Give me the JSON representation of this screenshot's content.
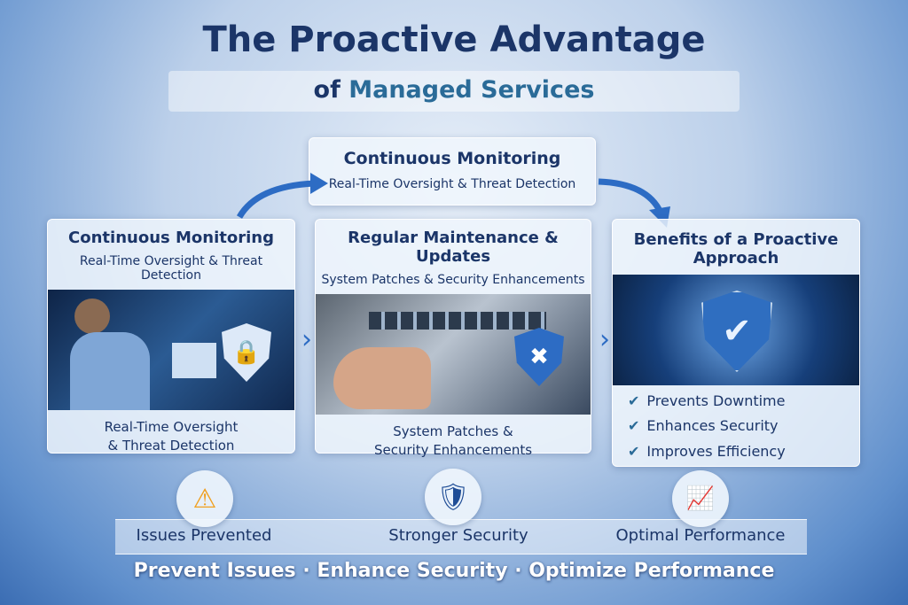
{
  "header": {
    "title": "The Proactive Advantage",
    "subtitle_prefix": "of",
    "subtitle_highlight": "Managed Services"
  },
  "top_box": {
    "title": "Continuous Monitoring",
    "subtitle": "Real-Time Oversight & Threat Detection"
  },
  "cards": [
    {
      "title": "Continuous Monitoring",
      "subtitle": "Real-Time Oversight & Threat Detection",
      "caption_line1": "Real-Time Oversight",
      "caption_line2": "& Threat Detection",
      "image_icon": "lock-shield-icon"
    },
    {
      "title": "Regular Maintenance & Updates",
      "subtitle": "System Patches & Security Enhancements",
      "caption_line1": "System Patches &",
      "caption_line2": "Security Enhancements",
      "image_icon": "tools-shield-icon"
    },
    {
      "title_line1": "Benefits of a Proactive",
      "title_line2": "Approach",
      "image_icon": "check-shield-icon",
      "items": [
        "Prevents Downtime",
        "Enhances Security",
        "Improves Efficiency"
      ]
    }
  ],
  "outcomes": [
    {
      "label": "Issues Prevented",
      "icon": "warning-gear-icon"
    },
    {
      "label": "Stronger Security",
      "icon": "lock-shield-icon"
    },
    {
      "label": "Optimal Performance",
      "icon": "bar-chart-up-icon"
    }
  ],
  "tagline": "Prevent Issues · Enhance Security · Optimize Performance",
  "colors": {
    "navy": "#1b3568",
    "accent": "#2a6b98",
    "arrow": "#2d6cc4"
  }
}
